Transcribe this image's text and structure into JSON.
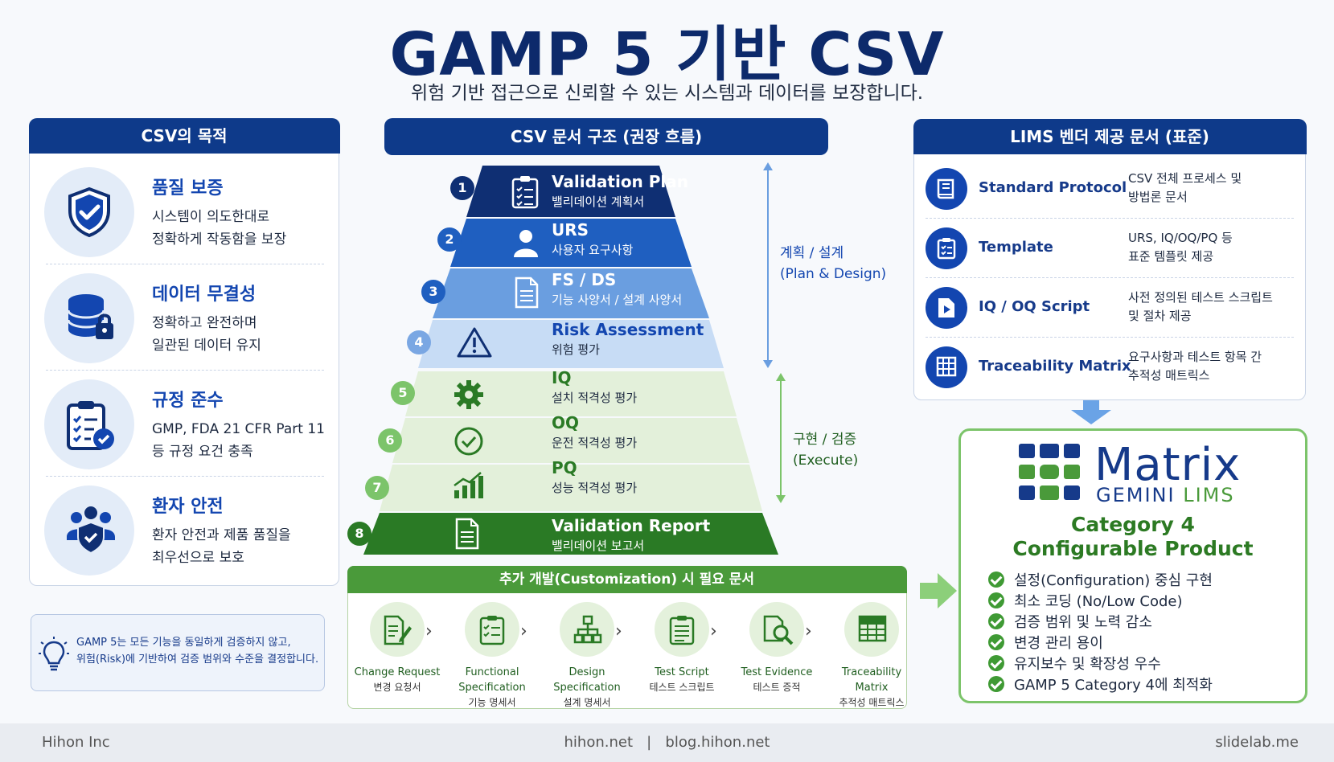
{
  "header": {
    "title": "GAMP 5 기반 CSV",
    "subtitle": "위험 기반 접근으로 신뢰할 수 있는 시스템과 데이터를 보장합니다."
  },
  "purpose_panel": {
    "title": "CSV의 목적",
    "items": [
      {
        "title": "품질 보증",
        "line1": "시스템이 의도한대로",
        "line2": "정확하게 작동함을 보장",
        "icon": "shield-check-icon"
      },
      {
        "title": "데이터 무결성",
        "line1": "정확하고 완전하며",
        "line2": "일관된 데이터 유지",
        "icon": "database-lock-icon"
      },
      {
        "title": "규정 준수",
        "line1": "GMP, FDA 21 CFR Part 11",
        "line2": "등 규정 요건 충족",
        "icon": "clipboard-check-icon"
      },
      {
        "title": "환자 안전",
        "line1": "환자 안전과 제품 품질을",
        "line2": "최우선으로 보호",
        "icon": "people-shield-icon"
      }
    ],
    "note_line1": "GAMP 5는 모든 기능을 동일하게 검증하지 않고,",
    "note_line2": "위험(Risk)에 기반하여 검증 범위와 수준을 결정합니다."
  },
  "structure": {
    "title": "CSV 문서 구조 (권장 흐름)",
    "levels": [
      {
        "num": "1",
        "title": "Validation Plan",
        "sub": "밸리데이션 계획서",
        "icon": "clipboard-icon",
        "color": "#0f2f73"
      },
      {
        "num": "2",
        "title": "URS",
        "sub": "사용자 요구사항",
        "icon": "user-icon",
        "color": "#1f5fc0"
      },
      {
        "num": "3",
        "title": "FS / DS",
        "sub": "기능 사양서 / 설계 사양서",
        "icon": "document-icon",
        "color": "#6a9ee0"
      },
      {
        "num": "4",
        "title": "Risk Assessment",
        "sub": "위험 평가",
        "icon": "warning-icon",
        "color": "#c7dcf5"
      },
      {
        "num": "5",
        "title": "IQ",
        "sub": "설치 적격성 평가",
        "icon": "gear-icon",
        "color": "#e3f0da"
      },
      {
        "num": "6",
        "title": "OQ",
        "sub": "운전 적격성 평가",
        "icon": "check-circle-icon",
        "color": "#e3f0da"
      },
      {
        "num": "7",
        "title": "PQ",
        "sub": "성능 적격성 평가",
        "icon": "chart-icon",
        "color": "#e3f0da"
      },
      {
        "num": "8",
        "title": "Validation Report",
        "sub": "밸리데이션 보고서",
        "icon": "report-icon",
        "color": "#2a7a25"
      }
    ],
    "plan_label_line1": "계획 / 설계",
    "plan_label_line2": "(Plan & Design)",
    "exec_label_line1": "구현 / 검증",
    "exec_label_line2": "(Execute)"
  },
  "customization": {
    "title": "추가 개발(Customization) 시 필요 문서",
    "docs": [
      {
        "en1": "Change Request",
        "en2": "",
        "ko": "변경 요청서",
        "icon": "edit-document-icon"
      },
      {
        "en1": "Functional",
        "en2": "Specification",
        "ko": "기능 명세서",
        "icon": "checklist-icon"
      },
      {
        "en1": "Design",
        "en2": "Specification",
        "ko": "설계 명세서",
        "icon": "hierarchy-icon"
      },
      {
        "en1": "Test Script",
        "en2": "",
        "ko": "테스트 스크립트",
        "icon": "script-icon"
      },
      {
        "en1": "Test Evidence",
        "en2": "",
        "ko": "테스트 증적",
        "icon": "magnifier-document-icon"
      },
      {
        "en1": "Traceability",
        "en2": "Matrix",
        "ko": "추적성 매트릭스",
        "icon": "grid-icon"
      }
    ]
  },
  "vendor_panel": {
    "title": "LIMS 벤더 제공 문서 (표준)",
    "docs": [
      {
        "name": "Standard Protocol",
        "desc1": "CSV 전체 프로세스 및",
        "desc2": "방법론 문서",
        "icon": "book-icon"
      },
      {
        "name": "Template",
        "desc1": "URS, IQ/OQ/PQ 등",
        "desc2": "표준 템플릿 제공",
        "icon": "clipboard-list-icon"
      },
      {
        "name": "IQ / OQ Script",
        "desc1": "사전 정의된 테스트 스크립트",
        "desc2": "및 절차 제공",
        "icon": "play-document-icon"
      },
      {
        "name": "Traceability Matrix",
        "desc1": "요구사항과 테스트 항목 간",
        "desc2": "추적성 매트릭스",
        "icon": "table-icon"
      }
    ]
  },
  "product": {
    "logo_word": "Matrix",
    "logo_sub1": "GEMINI",
    "logo_sub2": "LIMS",
    "category_line1": "Category 4",
    "category_line2": "Configurable Product",
    "features": [
      "설정(Configuration) 중심 구현",
      "최소 코딩 (No/Low Code)",
      "검증 범위 및 노력 감소",
      "변경 관리 용이",
      "유지보수 및 확장성 우수",
      "GAMP 5 Category 4에 최적화"
    ]
  },
  "footer": {
    "left": "Hihon Inc",
    "center": "hihon.net   |   blog.hihon.net",
    "right": "slidelab.me"
  },
  "colors": {
    "navy": "#0e3a8a",
    "blue": "#1346b0",
    "green": "#4a9a3a",
    "dark_green": "#2a7a25"
  }
}
